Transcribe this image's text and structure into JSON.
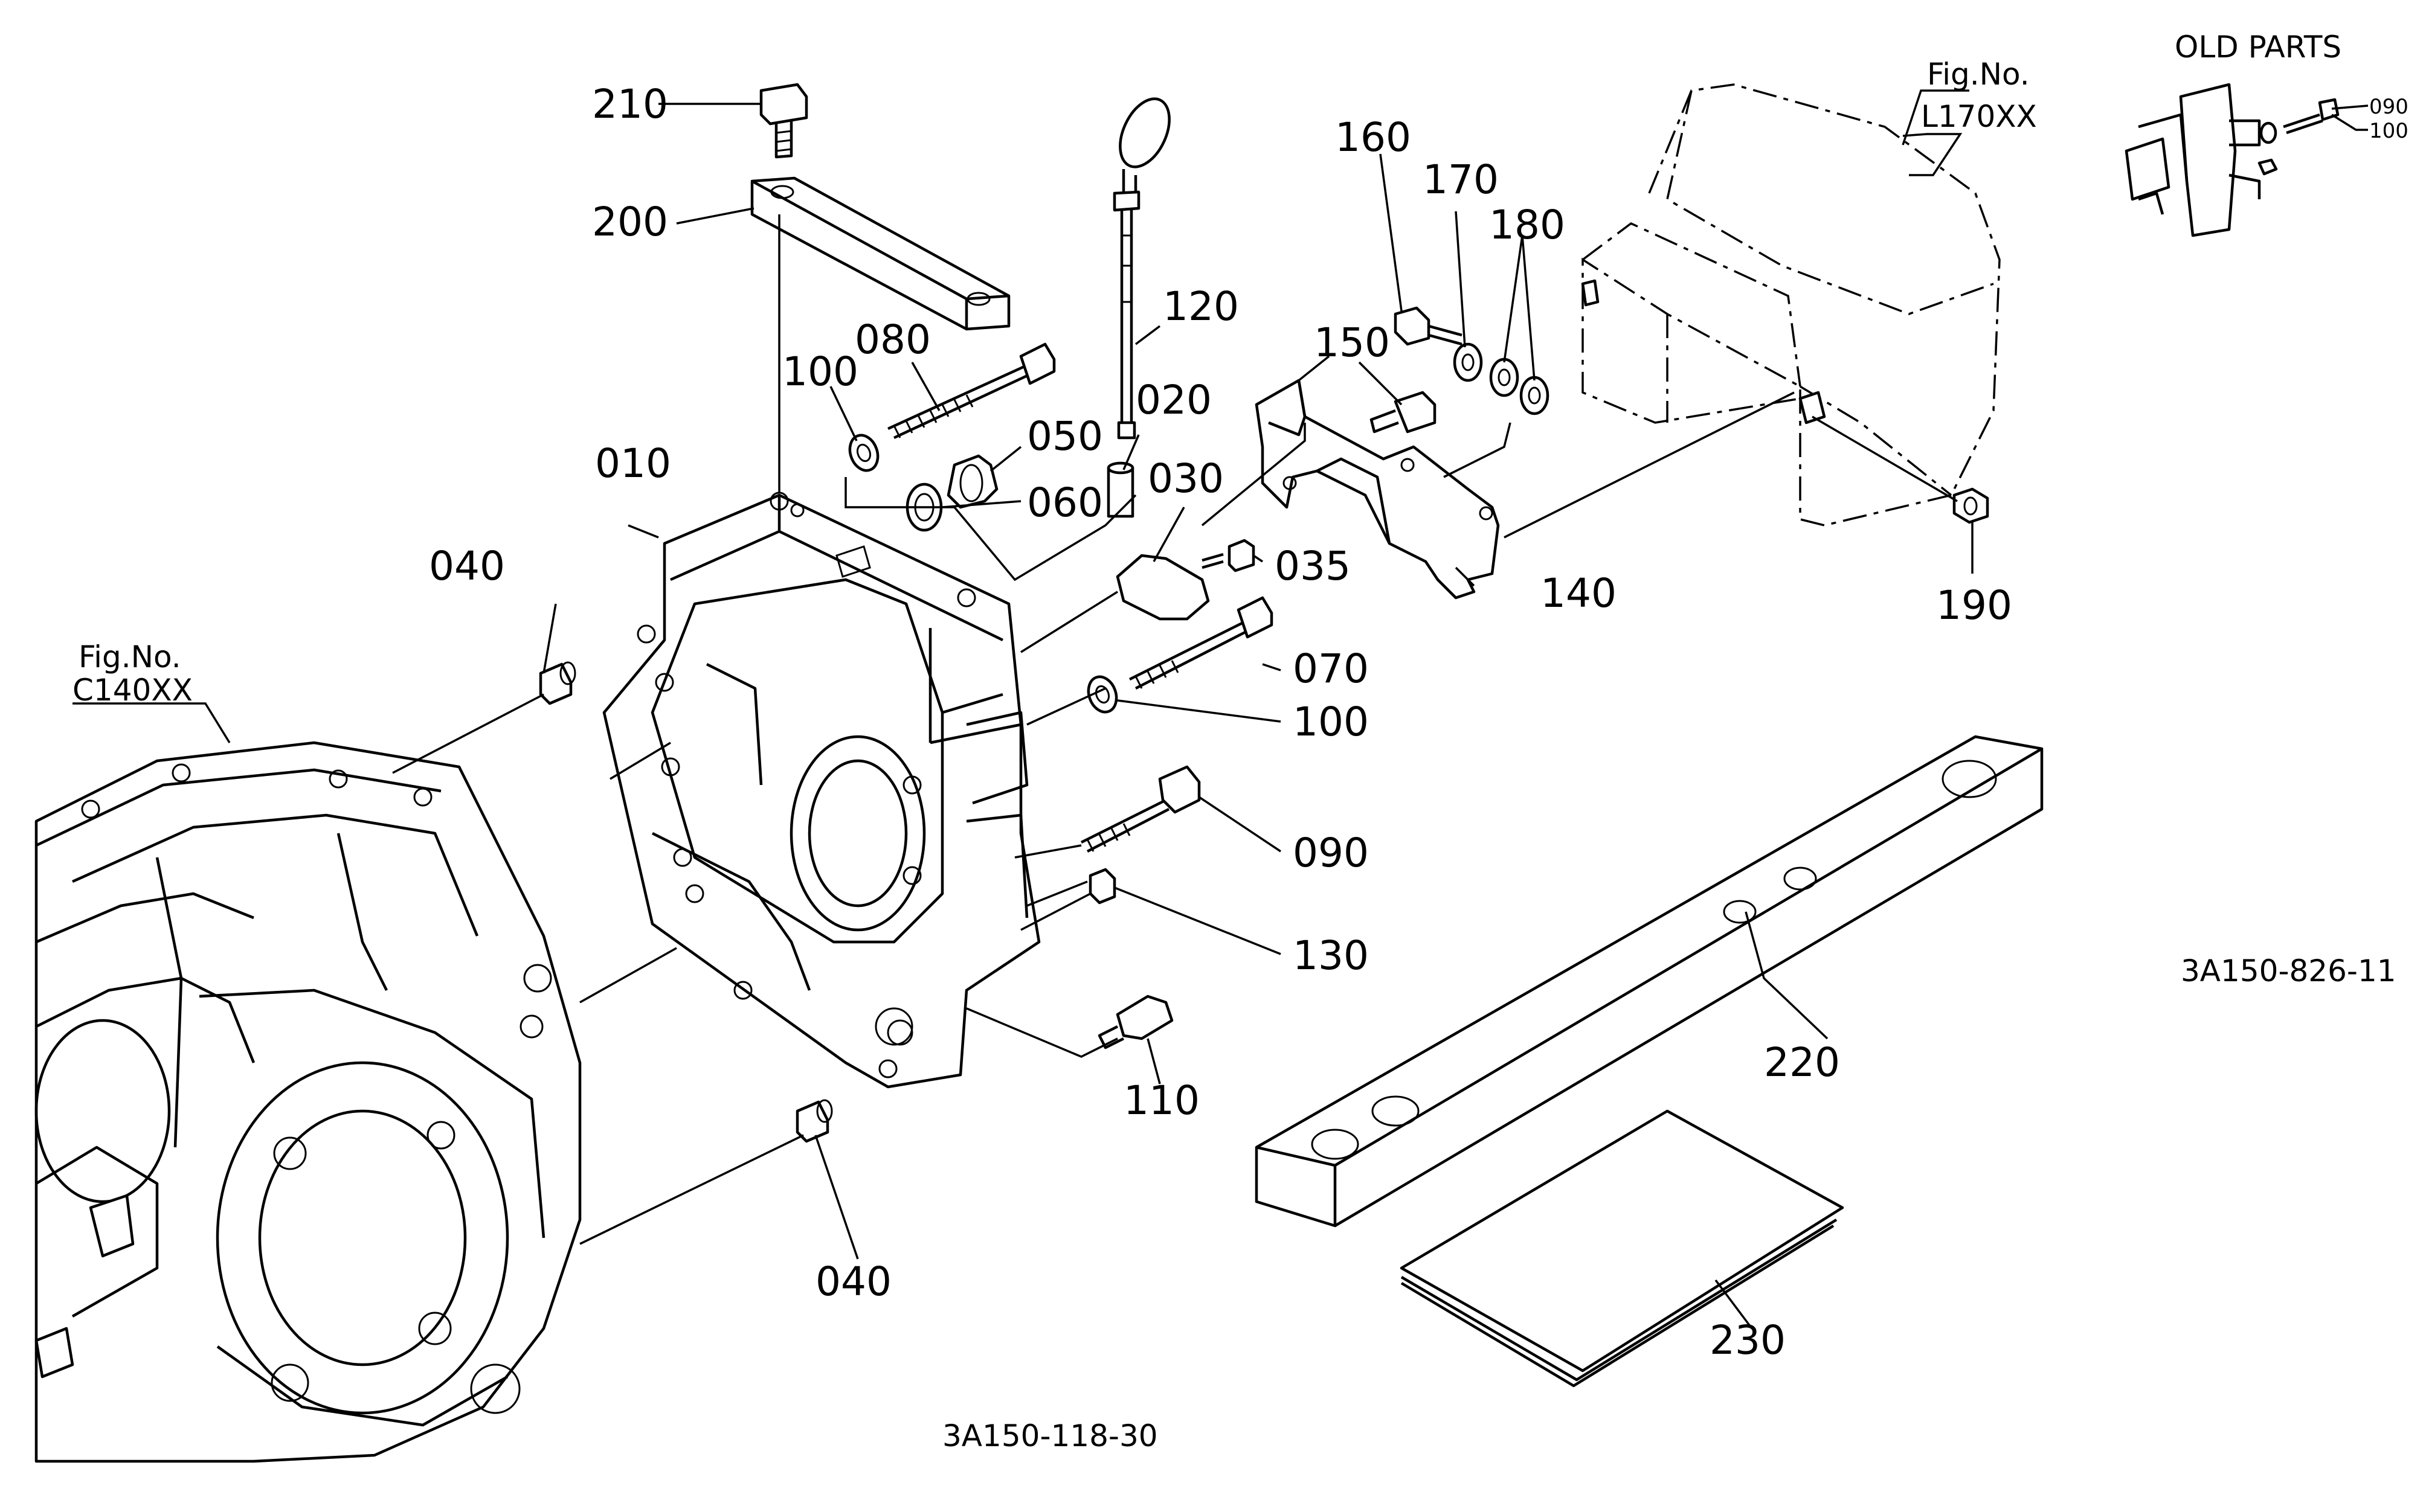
{
  "callouts": {
    "c010": "010",
    "c020": "020",
    "c030": "030",
    "c035": "035",
    "c040a": "040",
    "c040b": "040",
    "c050": "050",
    "c060": "060",
    "c070": "070",
    "c080": "080",
    "c090": "090",
    "c100a": "100",
    "c100b": "100",
    "c110": "110",
    "c120": "120",
    "c130": "130",
    "c140": "140",
    "c150": "150",
    "c160": "160",
    "c170": "170",
    "c180": "180",
    "c190": "190",
    "c200": "200",
    "c210": "210",
    "c220": "220",
    "c230": "230"
  },
  "figure_refs": {
    "left": {
      "line1": "Fig.No.",
      "line2": "C140XX"
    },
    "right": {
      "line1": "Fig.No.",
      "line2": "L170XX"
    }
  },
  "old_parts": {
    "title": "OLD PARTS",
    "c090": "090",
    "c100": "100"
  },
  "drawing_codes": {
    "main": "3A150-118-30",
    "inset": "3A150-826-11"
  }
}
